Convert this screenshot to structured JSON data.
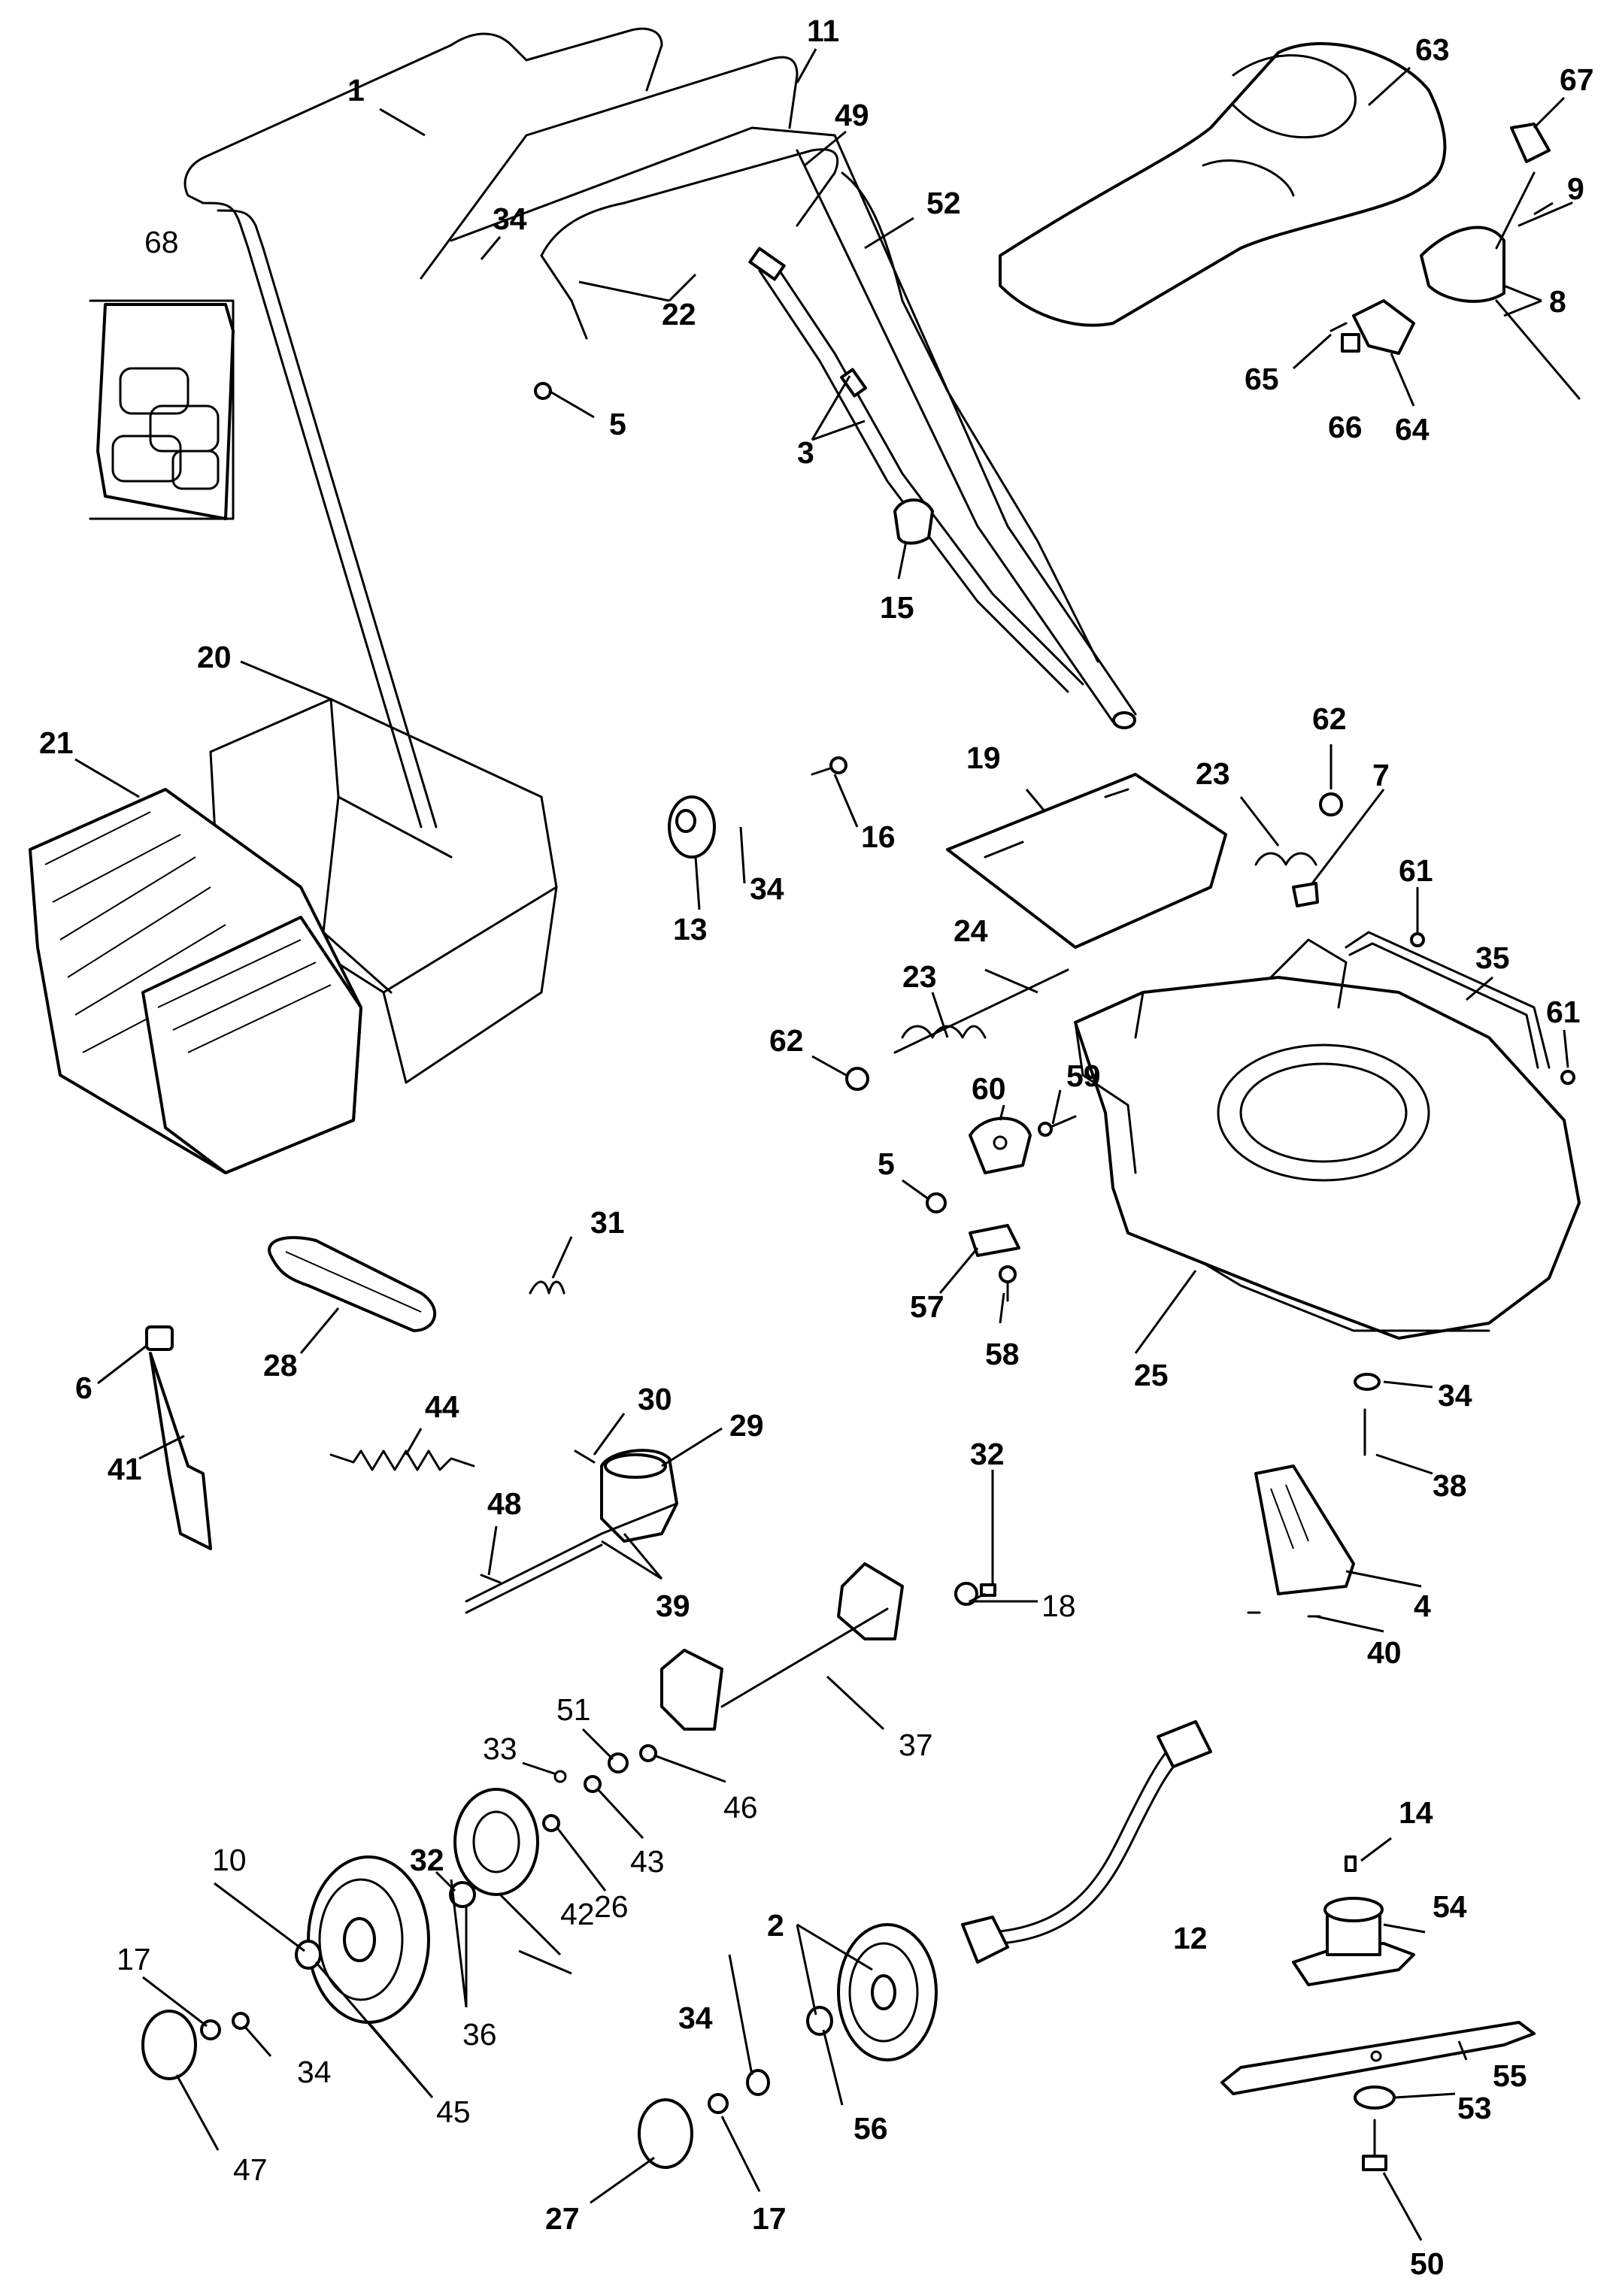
{
  "callouts": [
    {
      "id": "1",
      "text": "1",
      "bold": true
    },
    {
      "id": "11",
      "text": "11",
      "bold": true
    },
    {
      "id": "49",
      "text": "49",
      "bold": true
    },
    {
      "id": "52",
      "text": "52",
      "bold": true
    },
    {
      "id": "63",
      "text": "63",
      "bold": true
    },
    {
      "id": "67",
      "text": "67",
      "bold": true
    },
    {
      "id": "9",
      "text": "9",
      "bold": true
    },
    {
      "id": "8",
      "text": "8",
      "bold": true
    },
    {
      "id": "65",
      "text": "65",
      "bold": true
    },
    {
      "id": "66",
      "text": "66",
      "bold": true
    },
    {
      "id": "64",
      "text": "64",
      "bold": true
    },
    {
      "id": "68",
      "text": "68",
      "bold": false
    },
    {
      "id": "34a",
      "text": "34",
      "bold": true
    },
    {
      "id": "22",
      "text": "22",
      "bold": true
    },
    {
      "id": "5a",
      "text": "5",
      "bold": true
    },
    {
      "id": "3",
      "text": "3",
      "bold": true
    },
    {
      "id": "15",
      "text": "15",
      "bold": true
    },
    {
      "id": "20",
      "text": "20",
      "bold": true
    },
    {
      "id": "21",
      "text": "21",
      "bold": true
    },
    {
      "id": "16",
      "text": "16",
      "bold": true
    },
    {
      "id": "13",
      "text": "13",
      "bold": true
    },
    {
      "id": "34b",
      "text": "34",
      "bold": true
    },
    {
      "id": "19",
      "text": "19",
      "bold": true
    },
    {
      "id": "23a",
      "text": "23",
      "bold": true
    },
    {
      "id": "62a",
      "text": "62",
      "bold": true
    },
    {
      "id": "7",
      "text": "7",
      "bold": true
    },
    {
      "id": "61a",
      "text": "61",
      "bold": true
    },
    {
      "id": "35",
      "text": "35",
      "bold": true
    },
    {
      "id": "61b",
      "text": "61",
      "bold": true
    },
    {
      "id": "24",
      "text": "24",
      "bold": true
    },
    {
      "id": "23b",
      "text": "23",
      "bold": true
    },
    {
      "id": "62b",
      "text": "62",
      "bold": true
    },
    {
      "id": "59",
      "text": "59",
      "bold": true
    },
    {
      "id": "60",
      "text": "60",
      "bold": true
    },
    {
      "id": "5b",
      "text": "5",
      "bold": true
    },
    {
      "id": "31",
      "text": "31",
      "bold": true
    },
    {
      "id": "28",
      "text": "28",
      "bold": true
    },
    {
      "id": "57",
      "text": "57",
      "bold": true
    },
    {
      "id": "58",
      "text": "58",
      "bold": true
    },
    {
      "id": "25",
      "text": "25",
      "bold": true
    },
    {
      "id": "6",
      "text": "6",
      "bold": true
    },
    {
      "id": "41",
      "text": "41",
      "bold": true
    },
    {
      "id": "44",
      "text": "44",
      "bold": true
    },
    {
      "id": "30",
      "text": "30",
      "bold": true
    },
    {
      "id": "29",
      "text": "29",
      "bold": true
    },
    {
      "id": "32a",
      "text": "32",
      "bold": true
    },
    {
      "id": "34c",
      "text": "34",
      "bold": true
    },
    {
      "id": "38",
      "text": "38",
      "bold": true
    },
    {
      "id": "48",
      "text": "48",
      "bold": true
    },
    {
      "id": "39",
      "text": "39",
      "bold": true
    },
    {
      "id": "18",
      "text": "18",
      "bold": false
    },
    {
      "id": "4",
      "text": "4",
      "bold": true
    },
    {
      "id": "40",
      "text": "40",
      "bold": true
    },
    {
      "id": "51",
      "text": "51",
      "bold": false
    },
    {
      "id": "33",
      "text": "33",
      "bold": false
    },
    {
      "id": "37",
      "text": "37",
      "bold": false
    },
    {
      "id": "46",
      "text": "46",
      "bold": false
    },
    {
      "id": "43",
      "text": "43",
      "bold": false
    },
    {
      "id": "26",
      "text": "26",
      "bold": false
    },
    {
      "id": "32b",
      "text": "32",
      "bold": true
    },
    {
      "id": "42",
      "text": "42",
      "bold": false
    },
    {
      "id": "14",
      "text": "14",
      "bold": true
    },
    {
      "id": "54",
      "text": "54",
      "bold": true
    },
    {
      "id": "10",
      "text": "10",
      "bold": false
    },
    {
      "id": "36",
      "text": "36",
      "bold": false
    },
    {
      "id": "12",
      "text": "12",
      "bold": true
    },
    {
      "id": "2",
      "text": "2",
      "bold": true
    },
    {
      "id": "17a",
      "text": "17",
      "bold": false
    },
    {
      "id": "34d",
      "text": "34",
      "bold": false
    },
    {
      "id": "45",
      "text": "45",
      "bold": false
    },
    {
      "id": "34e",
      "text": "34",
      "bold": true
    },
    {
      "id": "55",
      "text": "55",
      "bold": true
    },
    {
      "id": "56",
      "text": "56",
      "bold": true
    },
    {
      "id": "53",
      "text": "53",
      "bold": true
    },
    {
      "id": "47",
      "text": "47",
      "bold": false
    },
    {
      "id": "27",
      "text": "27",
      "bold": true
    },
    {
      "id": "17b",
      "text": "17",
      "bold": true
    },
    {
      "id": "50",
      "text": "50",
      "bold": true
    }
  ]
}
